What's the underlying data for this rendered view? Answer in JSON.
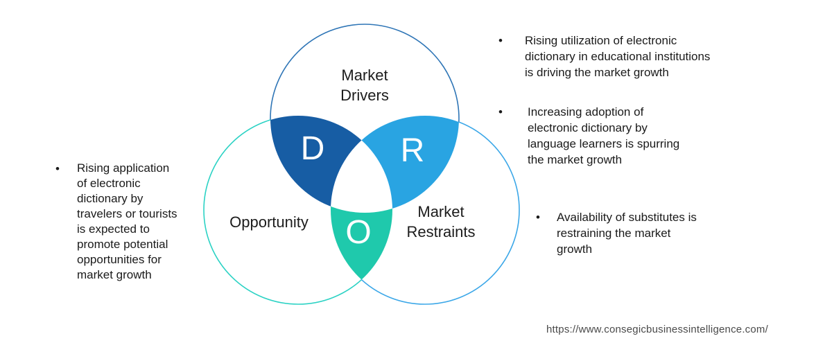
{
  "venn": {
    "top_circle": {
      "label": "Market Drivers",
      "stroke_color": "#2e75b6"
    },
    "left_circle": {
      "label": "Opportunity",
      "stroke_color": "#2bd2c4"
    },
    "right_circle": {
      "label": "Market Restraints",
      "stroke_color": "#3ba7e8"
    },
    "overlap_d": {
      "letter": "D",
      "fill_color": "#175da4"
    },
    "overlap_r": {
      "letter": "R",
      "fill_color": "#29a4e2"
    },
    "overlap_o": {
      "letter": "O",
      "fill_color": "#1fc9ac"
    }
  },
  "bullets": {
    "marker": "•",
    "left": [
      {
        "text": "Rising application of electronic dictionary by travelers or tourists is expected to promote potential opportunities for market growth"
      }
    ],
    "right": [
      {
        "text": "Rising utilization of electronic dictionary in educational institutions is driving the market growth"
      },
      {
        "text": "Increasing adoption of electronic dictionary by language learners is spurring the market growth"
      },
      {
        "text": "Availability of substitutes is restraining the market growth"
      }
    ]
  },
  "footer": {
    "url": "https://www.consegicbusinessintelligence.com/"
  }
}
